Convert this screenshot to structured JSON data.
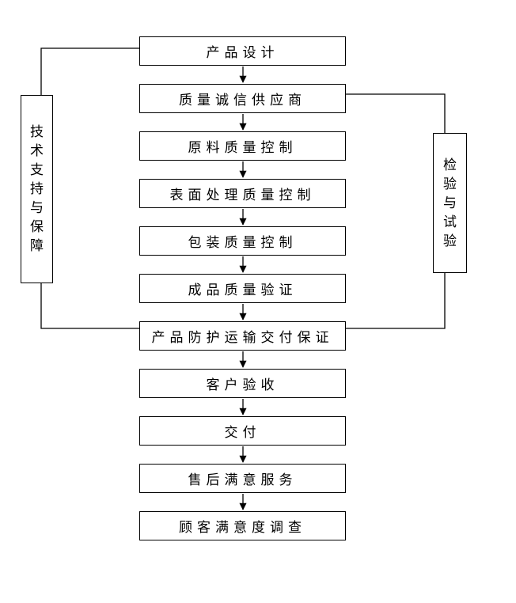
{
  "flowchart": {
    "steps": [
      {
        "label": "产品设计"
      },
      {
        "label": "质量诚信供应商"
      },
      {
        "label": "原料质量控制"
      },
      {
        "label": "表面处理质量控制"
      },
      {
        "label": "包装质量控制"
      },
      {
        "label": "成品质量验证"
      },
      {
        "label": "产品防护运输交付保证"
      },
      {
        "label": "客户验收"
      },
      {
        "label": "交付"
      },
      {
        "label": "售后满意服务"
      },
      {
        "label": "顾客满意度调查"
      }
    ],
    "side_left": {
      "label": "技术支持与保障"
    },
    "side_right": {
      "label": "检验与试验"
    },
    "colors": {
      "line": "#000000",
      "box_background": "#ffffff",
      "text": "#000000",
      "page_background": "#ffffff"
    }
  }
}
